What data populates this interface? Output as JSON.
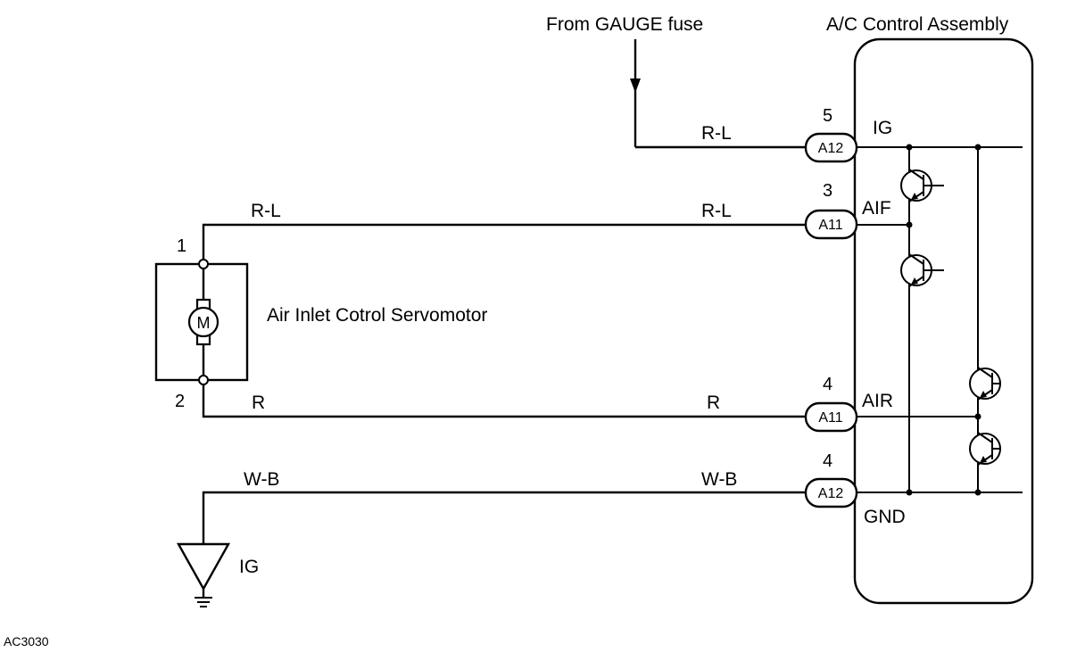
{
  "source": {
    "label": "From GAUGE fuse"
  },
  "assembly": {
    "title": "A/C Control Assembly",
    "terminals": {
      "ig": "IG",
      "aif": "AIF",
      "air": "AIR",
      "gnd": "GND"
    }
  },
  "connectors": [
    {
      "code": "A12",
      "pin": "5",
      "wire_right": "R-L"
    },
    {
      "code": "A11",
      "pin": "3",
      "wire_right": "R-L"
    },
    {
      "code": "A11",
      "pin": "4",
      "wire_right": "R"
    },
    {
      "code": "A12",
      "pin": "4",
      "wire_right": "W-B"
    }
  ],
  "motor": {
    "name": "Air Inlet Cotrol Servomotor",
    "symbol": "M",
    "pin_top": "1",
    "pin_bottom": "2",
    "wire_top": "R-L",
    "wire_bottom": "R"
  },
  "ground": {
    "wire": "W-B",
    "label": "IG"
  },
  "figure_code": "AC3030"
}
